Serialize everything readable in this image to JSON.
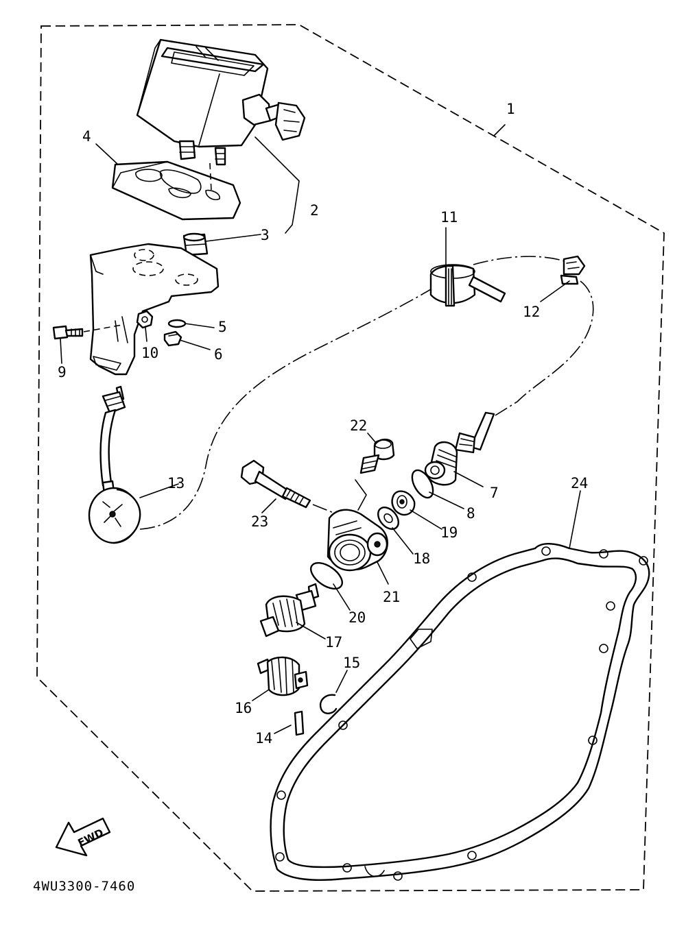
{
  "diagram_code": "4WU3300-7460",
  "direction_arrow": {
    "label": "FWD",
    "icon": "forward-arrow-icon"
  },
  "callouts": [
    "1",
    "2",
    "3",
    "4",
    "5",
    "6",
    "7",
    "8",
    "9",
    "10",
    "11",
    "12",
    "13",
    "14",
    "15",
    "16",
    "17",
    "18",
    "19",
    "20",
    "21",
    "22",
    "23",
    "24"
  ]
}
